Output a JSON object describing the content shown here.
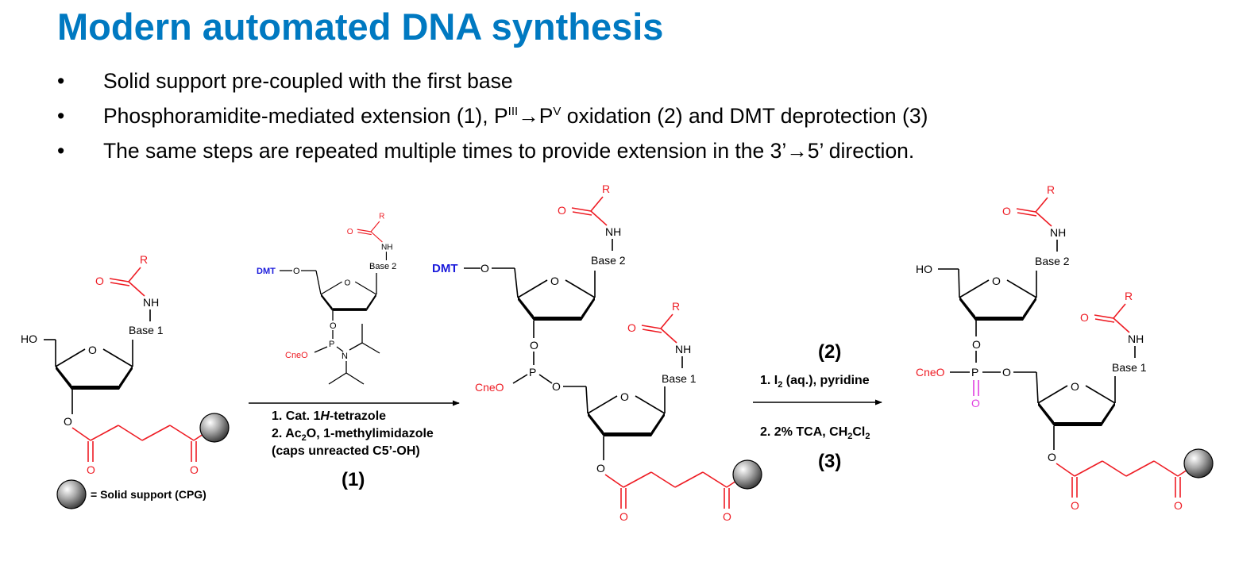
{
  "slide": {
    "title": "Modern automated DNA synthesis",
    "bullet_symbol": "•",
    "bullet1": "Solid support pre-coupled with the first base",
    "bullet2": {
      "part1": "Phosphoramidite-mediated extension (1), P",
      "sup1": "III",
      "arrow": "→",
      "part2": "P",
      "sup2": "V",
      "part3": " oxidation (2) and DMT deprotection (3)"
    },
    "bullet3": {
      "part1": "The same steps are repeated multiple times to provide extension in the 3’",
      "arrow": "→",
      "part2": "5’ direction."
    }
  },
  "colors": {
    "title_blue": "#0079c1",
    "acyl_red": "#ee1c24",
    "dmt_blue": "#1a1adb",
    "oxo_magenta": "#e040e0",
    "bond_black": "#000000"
  },
  "labels": {
    "R": "R",
    "NH": "NH",
    "O": "O",
    "P": "P",
    "N": "N",
    "HO": "HO",
    "DMT": "DMT",
    "CneO": "CneO",
    "base1": "Base 1",
    "base2": "Base 2",
    "support_legend": "= Solid support (CPG)"
  },
  "reaction1": {
    "step1_a": "1. Cat. 1",
    "step1_italic": "H",
    "step1_b": "-tetrazole",
    "step2_a": "2. Ac",
    "step2_sub": "2",
    "step2_b": "O, 1-methylimidazole",
    "step3": "(caps unreacted C5’-OH)",
    "number": "(1)"
  },
  "reaction2": {
    "number_top": "(2)",
    "line1_a": "1. I",
    "line1_sub": "2",
    "line1_b": " (aq.), pyridine",
    "line2_a": "2. 2% TCA, CH",
    "line2_sub1": "2",
    "line2_b": "Cl",
    "line2_sub2": "2",
    "number_bottom": "(3)"
  }
}
